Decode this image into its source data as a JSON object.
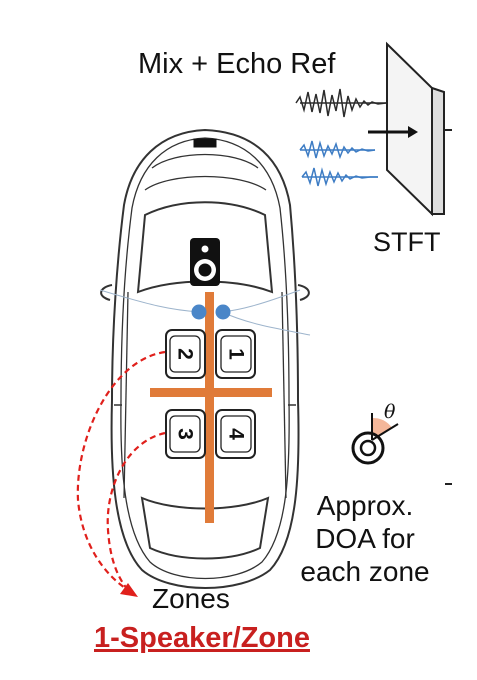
{
  "labels": {
    "mix_echo": "Mix + Echo Ref",
    "stft": "STFT",
    "zones": "Zones",
    "doa": "Approx.\nDOA for\neach zone",
    "speaker_zone": "1-Speaker/Zone",
    "theta": "θ"
  },
  "zones": [
    "1",
    "2",
    "3",
    "4"
  ],
  "colors": {
    "cross": "#e07b39",
    "mic": "#4a86c8",
    "arrow": "#e0201c",
    "waveform_dark": "#2b2b2b",
    "waveform_blue": "#3d7cc4",
    "headline": "#c8201f"
  }
}
